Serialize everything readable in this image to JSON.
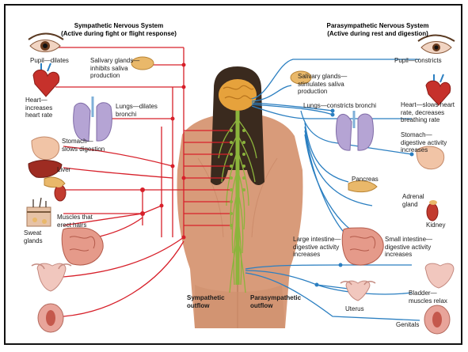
{
  "headers": {
    "sympathetic_title": "Sympathetic Nervous System",
    "sympathetic_sub": "(Active during fight or flight response)",
    "parasympathetic_title": "Parasympathetic Nervous System",
    "parasympathetic_sub": "(Active during rest and digestion)"
  },
  "sympathetic": {
    "pupil": "Pupil—dilates",
    "salivary_1": "Salivary glands—",
    "salivary_2": "inhibits saliva",
    "salivary_3": "production",
    "heart_1": "Heart—",
    "heart_2": "increases",
    "heart_3": "heart rate",
    "lungs_1": "Lungs—dilates",
    "lungs_2": "bronchi",
    "stomach_1": "Stomach—",
    "stomach_2": "slows digestion",
    "liver": "Liver",
    "muscles_1": "Muscles that",
    "muscles_2": "erect hairs",
    "sweat_1": "Sweat",
    "sweat_2": "glands"
  },
  "parasympathetic": {
    "pupil": "Pupil—constricts",
    "salivary_1": "Salivary glands—",
    "salivary_2": "stimulates saliva",
    "salivary_3": "production",
    "lungs": "Lungs—constricts bronchi",
    "heart_1": "Heart—slows heart",
    "heart_2": "rate, decreases",
    "heart_3": "breathing rate",
    "stomach_1": "Stomach—",
    "stomach_2": "digestive activity",
    "stomach_3": "increases",
    "pancreas": "Pancreas",
    "adrenal_1": "Adrenal",
    "adrenal_2": "gland",
    "kidney": "Kidney",
    "large_int_1": "Large intestine—",
    "large_int_2": "digestive activity",
    "large_int_3": "increases",
    "small_int_1": "Small intestine—",
    "small_int_2": "digestive activity",
    "small_int_3": "increases",
    "bladder_1": "Bladder—",
    "bladder_2": "muscles relax",
    "uterus": "Uterus",
    "genitals": "Genitals"
  },
  "outflow": {
    "sympathetic_1": "Sympathetic",
    "sympathetic_2": "outflow",
    "parasympathetic_1": "Parasympathetic",
    "parasympathetic_2": "outflow"
  },
  "colors": {
    "sympathetic": "#d7202a",
    "parasympathetic": "#2b7fc1",
    "spinal": "#8cb43c",
    "skin": "#d99a78"
  }
}
